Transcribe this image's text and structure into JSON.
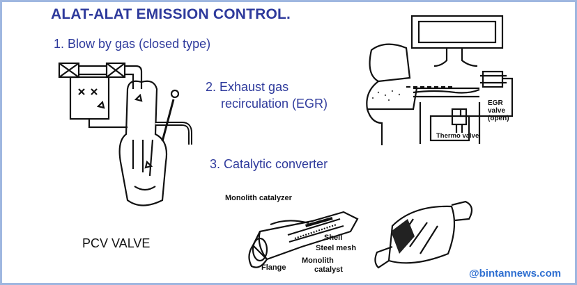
{
  "title": "ALAT-ALAT EMISSION CONTROL.",
  "items": {
    "blowby": "1. Blow by gas (closed type)",
    "egr_line1": "2. Exhaust gas",
    "egr_line2": "recirculation (EGR)",
    "catalytic": "3. Catalytic converter"
  },
  "pcv_caption": "PCV VALVE",
  "egr_labels": {
    "egr_valve_1": "EGR",
    "egr_valve_2": "valve",
    "egr_valve_3": "(open)",
    "thermo_valve": "Thermo valve"
  },
  "catalytic_labels": {
    "monolith_catalyzer": "Monolith catalyzer",
    "shell": "Shell",
    "steel_mesh": "Steel mesh",
    "monolith_catalyst_1": "Monolith",
    "monolith_catalyst_2": "catalyst",
    "flange": "Flange"
  },
  "credit": "@bintannews.com",
  "colors": {
    "heading": "#2e3a9c",
    "border": "#9fb7e0",
    "credit": "#2e6fd1"
  }
}
